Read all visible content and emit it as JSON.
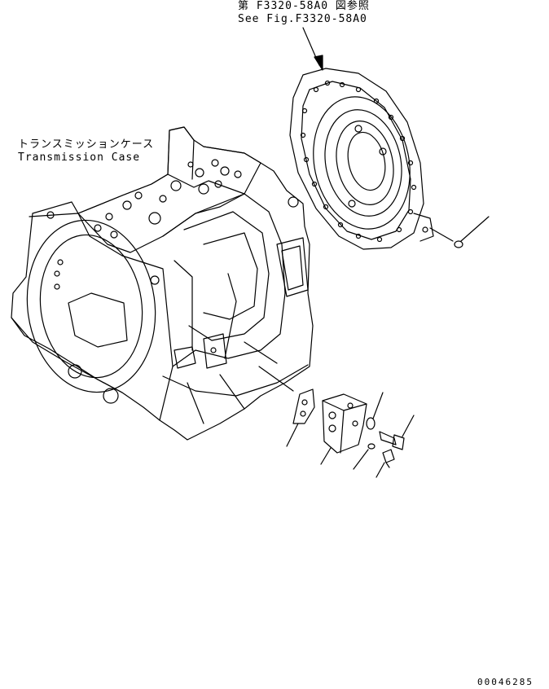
{
  "reference": {
    "jp": "第 F3320-58A0 図参照",
    "en": "See Fig.F3320-58A0"
  },
  "transmission_case": {
    "jp": "トランスミッションケース",
    "en": "Transmission Case"
  },
  "document_number": "00046285"
}
